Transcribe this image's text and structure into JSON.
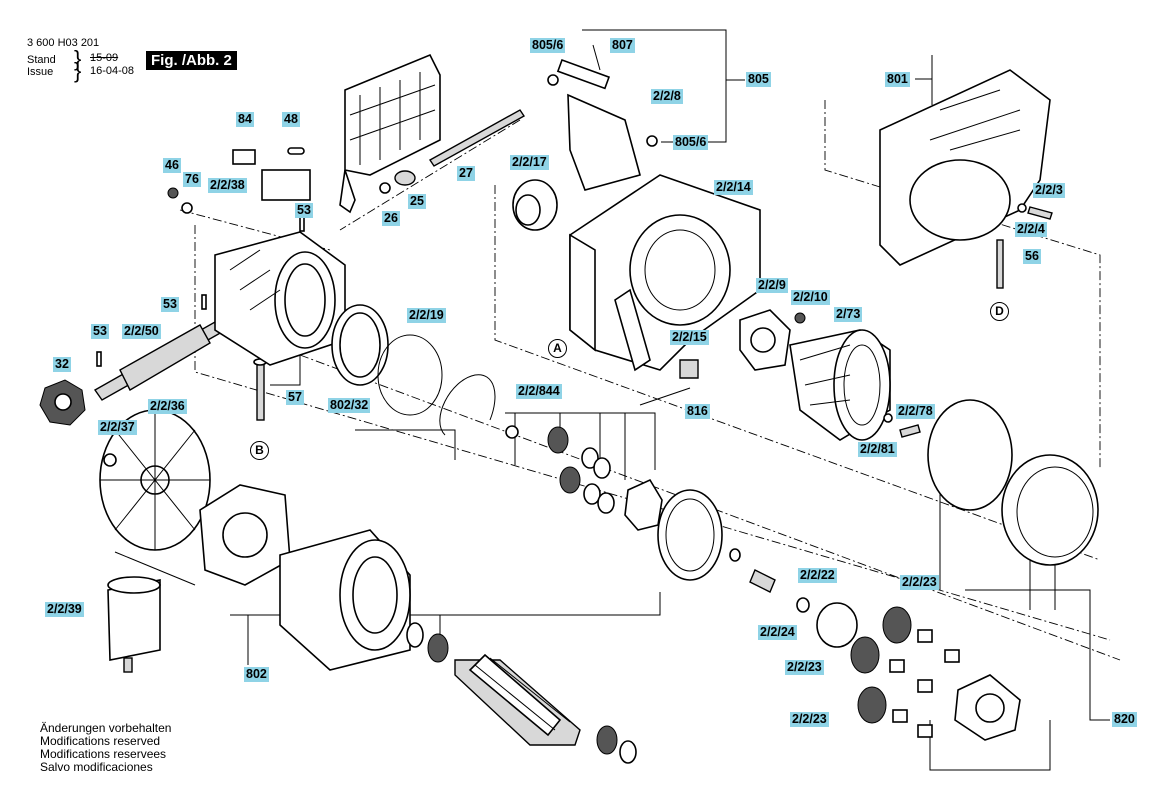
{
  "header": {
    "doc_number": "3 600 H03 201",
    "stand_label": "Stand",
    "stand_date": "15-09",
    "issue_label": "Issue",
    "issue_date": "16-04-08",
    "figure_label": "Fig. /Abb. 2"
  },
  "notes": [
    "Änderungen vorbehalten",
    "Modifications reserved",
    "Modifications reservees",
    "Salvo modificaciones"
  ],
  "markers": [
    "A",
    "B",
    "D"
  ],
  "parts": {
    "p805_6a": "805/6",
    "p807": "807",
    "p805": "805",
    "p2_2_8": "2/2/8",
    "p805_6b": "805/6",
    "p801": "801",
    "p84": "84",
    "p48": "48",
    "p46": "46",
    "p76": "76",
    "p2_2_38": "2/2/38",
    "p53a": "53",
    "p27": "27",
    "p25": "25",
    "p26": "26",
    "p2_2_17": "2/2/17",
    "p2_2_14": "2/2/14",
    "p2_2_3": "2/2/3",
    "p2_2_4": "2/2/4",
    "p56": "56",
    "p53b": "53",
    "p53c": "53",
    "p2_2_50": "2/2/50",
    "p32": "32",
    "p2_2_19": "2/2/19",
    "p2_2_9": "2/2/9",
    "p2_2_10": "2/2/10",
    "p2_73": "2/73",
    "p2_2_15": "2/2/15",
    "p802_32": "802/32",
    "p57": "57",
    "p2_2_36": "2/2/36",
    "p2_2_37": "2/2/37",
    "p2_2_844": "2/2/844",
    "p816": "816",
    "p2_2_78": "2/2/78",
    "p2_2_81": "2/2/81",
    "p2_2_22": "2/2/22",
    "p2_2_23a": "2/2/23",
    "p2_2_24": "2/2/24",
    "p2_2_23b": "2/2/23",
    "p2_2_23c": "2/2/23",
    "p2_2_39": "2/2/39",
    "p802": "802",
    "p820": "820"
  }
}
